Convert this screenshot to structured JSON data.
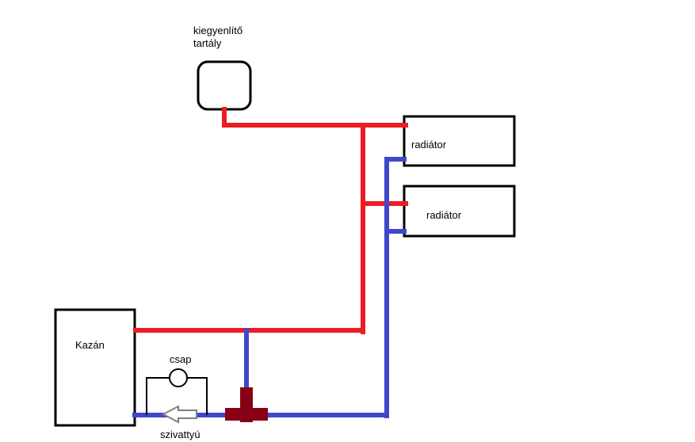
{
  "labels": {
    "tank_line1": "kiegyenlítő",
    "tank_line2": "tartály",
    "radiator_top": "radiátor",
    "radiator_bottom": "radiátor",
    "boiler": "Kazán",
    "valve": "csap",
    "pump": "szivattyú"
  },
  "colors": {
    "hot_pipe": "#ed1c24",
    "cold_pipe": "#3f48cc",
    "tee_fitting": "#880015",
    "pump_arrow": "#7f7f7f",
    "outline": "#000000"
  }
}
